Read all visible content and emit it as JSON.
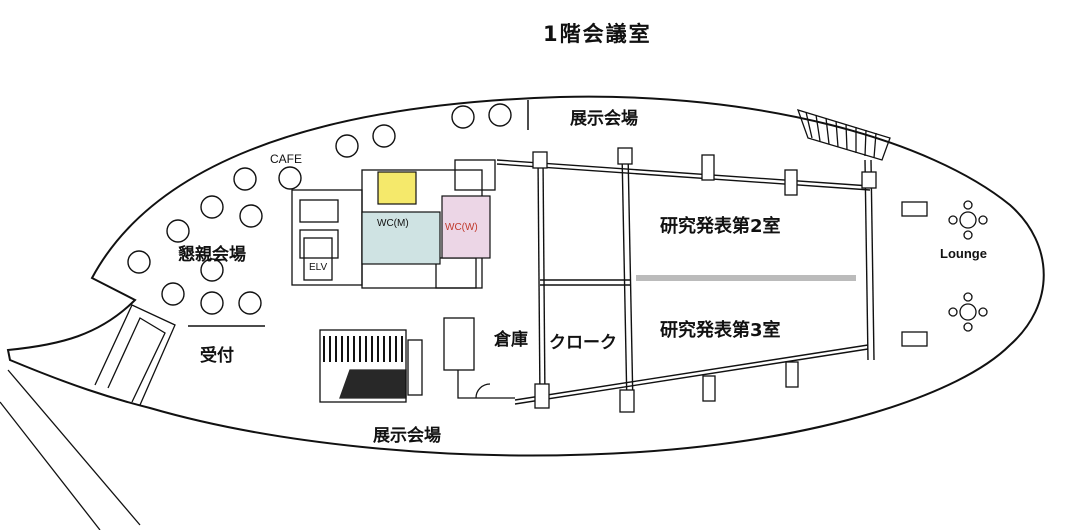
{
  "title": "1階会議室",
  "labels": {
    "exhibition_top": "展示会場",
    "exhibition_bottom": "展示会場",
    "cafe": "CAFE",
    "social": "懇親会場",
    "reception": "受付",
    "wc_men": "WC(M)",
    "wc_women": "WC(W)",
    "elevator": "ELV",
    "storage": "倉庫",
    "cloak": "クローク",
    "room2": "研究発表第2室",
    "room3": "研究発表第3室",
    "lounge": "Lounge"
  },
  "colors": {
    "outline": "#111111",
    "wc_men_fill": "#cfe3e3",
    "wc_women_fill": "#ecd6e6",
    "wc_women_text": "#c0392b",
    "highlight_yellow": "#f5e96b",
    "partition": "#bbbbbb"
  }
}
